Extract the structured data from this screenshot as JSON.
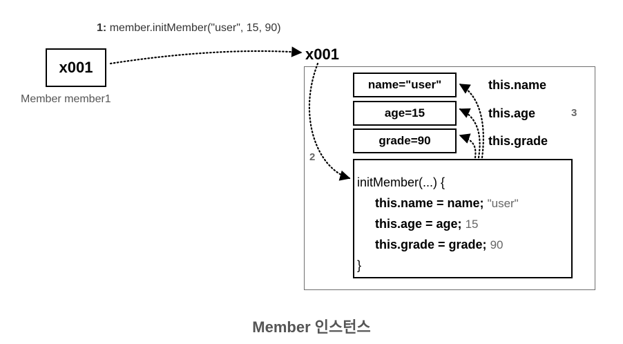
{
  "call": {
    "step": "1:",
    "text": "member.initMember(\"user\", 15, 90)"
  },
  "reference": {
    "address": "x001",
    "caption": "Member member1"
  },
  "instance": {
    "address": "x001",
    "title": "Member 인스턴스",
    "fields": [
      {
        "text": "name=\"user\"",
        "this_label": "this.name"
      },
      {
        "text": "age=15",
        "this_label": "this.age"
      },
      {
        "text": "grade=90",
        "this_label": "this.grade"
      }
    ],
    "method": {
      "signature": "initMember(...) {",
      "lines": [
        {
          "code": "this.name = name;",
          "value": "\"user\""
        },
        {
          "code": "this.age = age;",
          "value": "15"
        },
        {
          "code": "this.grade = grade;",
          "value": "90"
        }
      ],
      "close": "}"
    }
  },
  "steps": {
    "two": "2",
    "three": "3"
  },
  "arrows": [
    {
      "from": "reference-box",
      "to": "instance-address",
      "style": "dotted"
    },
    {
      "from": "instance-address",
      "to": "method-box",
      "style": "dotted"
    },
    {
      "from": "method-box",
      "to": "name-field",
      "style": "dotted"
    },
    {
      "from": "method-box",
      "to": "age-field",
      "style": "dotted"
    },
    {
      "from": "method-box",
      "to": "grade-field",
      "style": "dotted"
    }
  ]
}
